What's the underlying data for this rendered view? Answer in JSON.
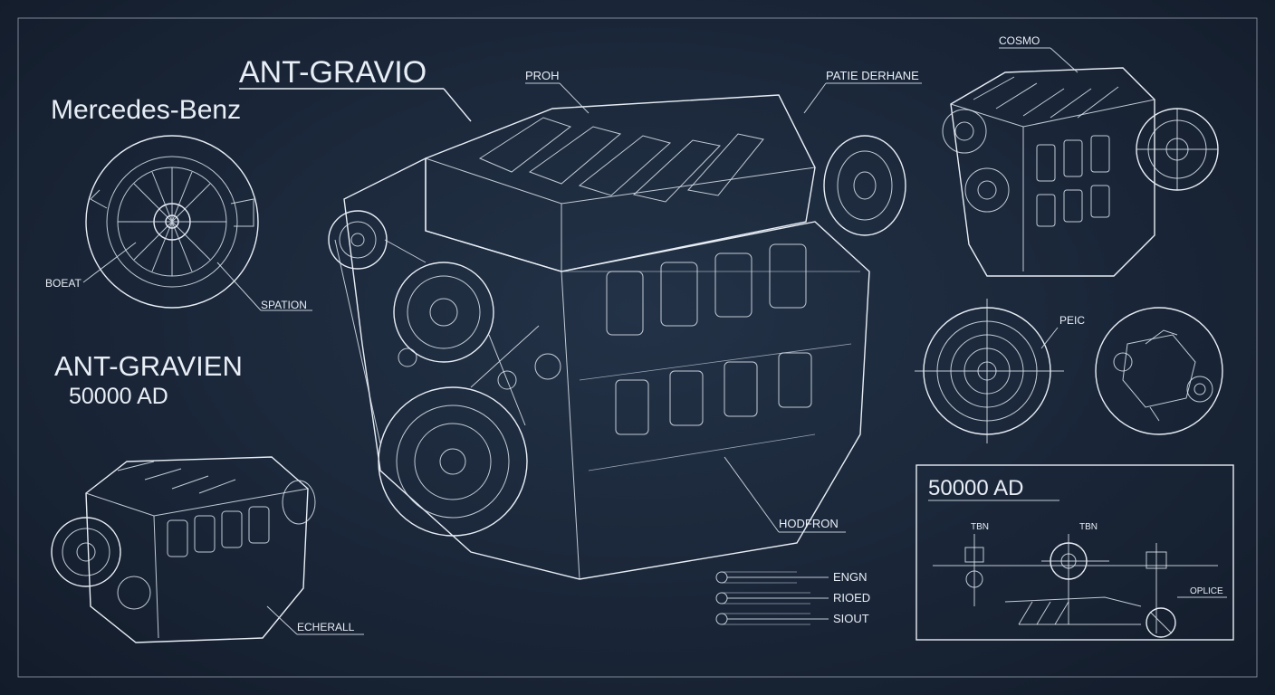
{
  "brand": "Mercedes-Benz",
  "title_main": "ANT-GRAVIO",
  "title_secondary": "ANT-GRAVIEN",
  "era": "50000 AD",
  "callouts": {
    "proh": "PROH",
    "patie_derhane": "PATIE DERHANE",
    "cosmo": "COSMO",
    "boeat": "BOEAT",
    "spation": "SPATION",
    "peic": "PEIC",
    "hodfron": "HODFRON",
    "echerall": "ECHERALL"
  },
  "legend": [
    {
      "label": "ENGN"
    },
    {
      "label": "RIOED"
    },
    {
      "label": "SIOUT"
    }
  ],
  "spec_box": {
    "title": "50000 AD",
    "labels": [
      "TBN",
      "TBN",
      "OPLICE"
    ]
  },
  "colors": {
    "background": "#1a2638",
    "linework": "#e8eef6"
  }
}
